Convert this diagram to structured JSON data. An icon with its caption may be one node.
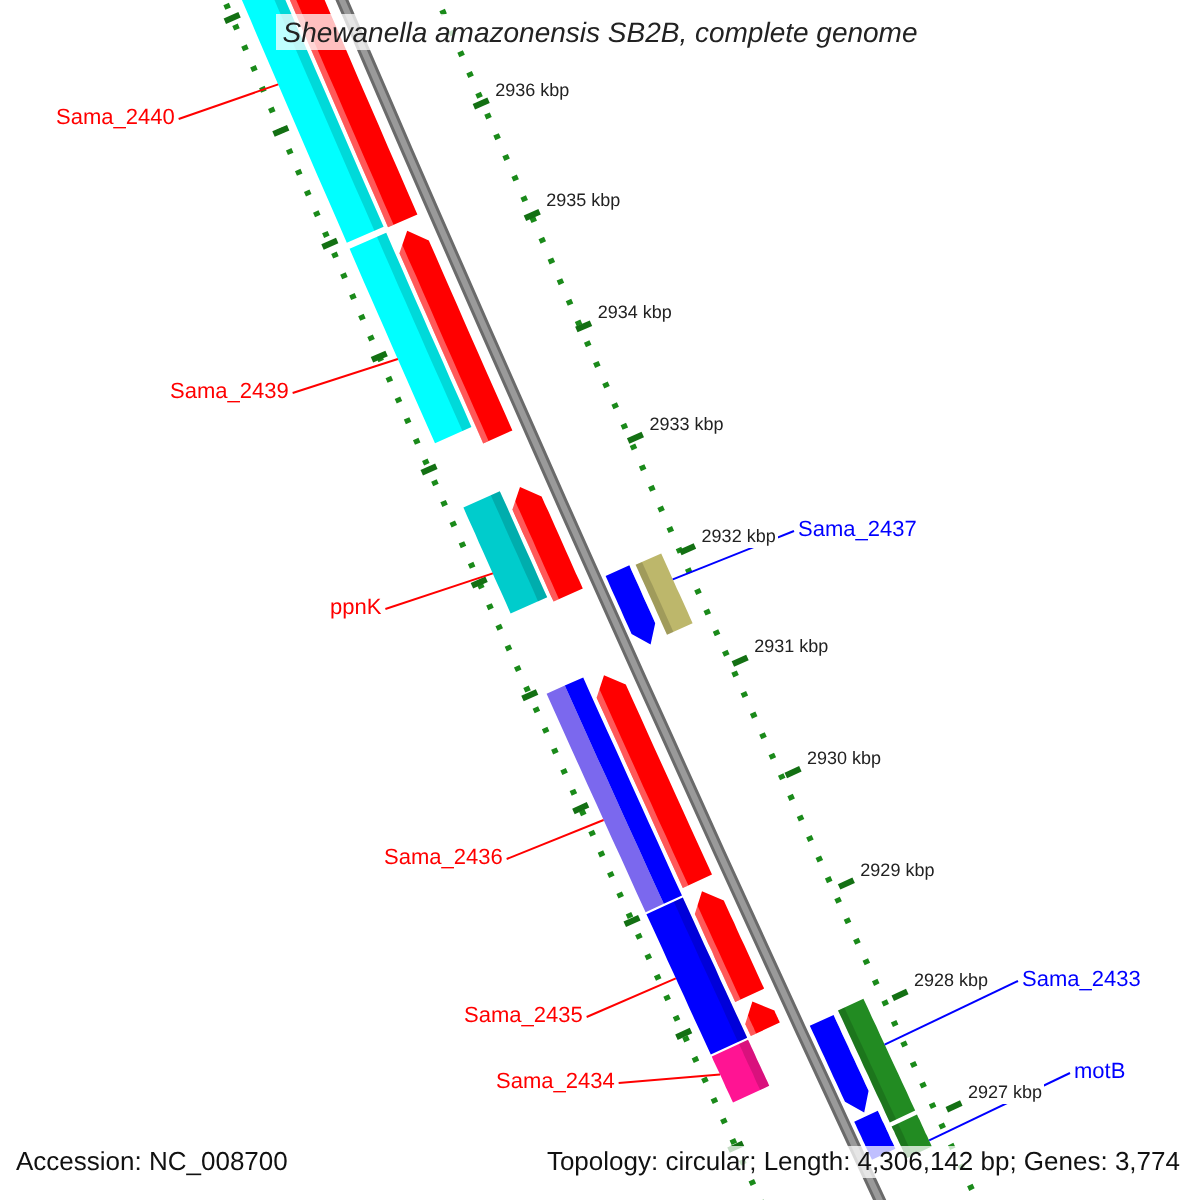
{
  "diagram": {
    "title": "Shewanella amazonensis SB2B, complete genome",
    "nodes": [
      {
        "text": [
          "Sama_2440"
        ]
      },
      {
        "text": [],
        "shape": "bar"
      },
      {
        "text": [
          "Sama_2439"
        ]
      },
      {
        "text": [],
        "shape": "bar"
      },
      {
        "text": [
          "Sama_2437"
        ]
      },
      {
        "text": [],
        "shape": "bar"
      },
      {
        "text": [
          "ppnK"
        ]
      },
      {
        "text": [],
        "shape": "bar"
      },
      {
        "text": [
          "Sama_2436"
        ]
      },
      {
        "text": [],
        "shape": "bar"
      },
      {
        "text": [
          "Sama_2433"
        ]
      },
      {
        "text": [],
        "shape": "bar"
      },
      {
        "text": [
          "Sama_2435"
        ]
      },
      {
        "text": [],
        "shape": "bar"
      },
      {
        "text": [
          "Sama_2434"
        ]
      },
      {
        "text": [],
        "shape": "bar"
      },
      {
        "text": [
          "motB"
        ]
      },
      {
        "text": [],
        "shape": "bar"
      }
    ],
    "edges": [
      {
        "from": 0,
        "to": 1,
        "arrow": "none"
      },
      {
        "from": 2,
        "to": 3,
        "arrow": "none"
      },
      {
        "from": 4,
        "to": 5,
        "arrow": "none",
        "color": "#0000ff"
      },
      {
        "from": 6,
        "to": 7,
        "arrow": "none"
      },
      {
        "from": 8,
        "to": 9,
        "arrow": "none"
      },
      {
        "from": 10,
        "to": 11,
        "arrow": "none",
        "color": "#0000ff"
      },
      {
        "from": 12,
        "to": 13,
        "arrow": "none"
      },
      {
        "from": 14,
        "to": 15,
        "arrow": "none"
      },
      {
        "from": 16,
        "to": 17,
        "arrow": "none",
        "color": "#0000ff"
      }
    ],
    "labels": [
      "2936 kbp",
      "2935 kbp",
      "2934 kbp",
      "2933 kbp",
      "2932 kbp",
      "2931 kbp",
      "2930 kbp",
      "2929 kbp",
      "2928 kbp",
      "2927 kbp",
      "Accession: NC_008700",
      "Topology: circular; Length: 4,306,142 bp; Genes: 3,774"
    ]
  }
}
